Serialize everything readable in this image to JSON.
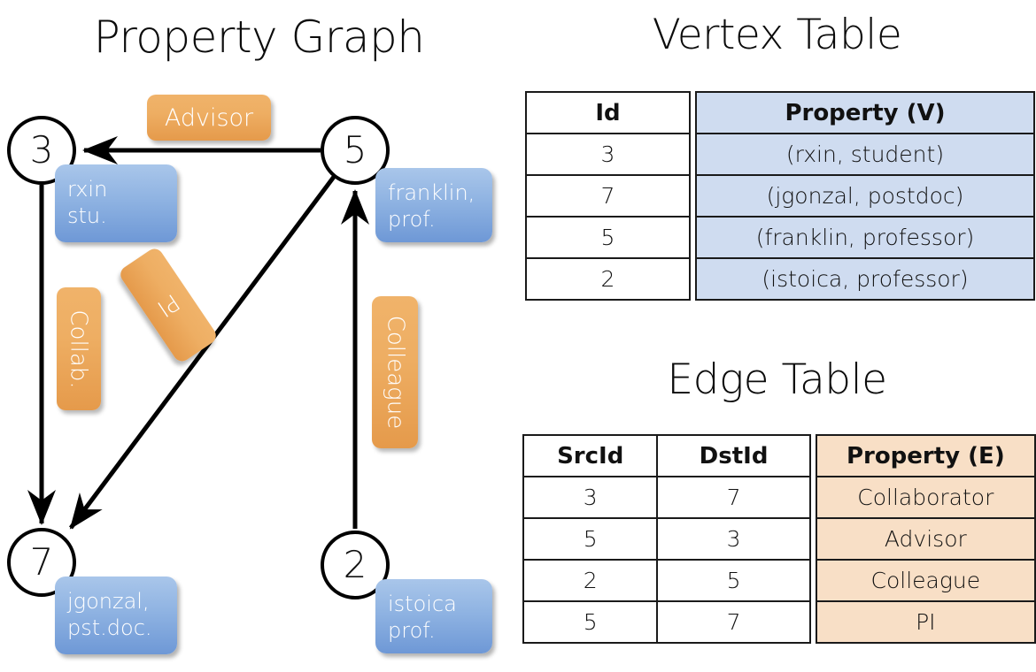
{
  "titles": {
    "property_graph": "Property Graph",
    "vertex_table": "Vertex Table",
    "edge_table": "Edge Table"
  },
  "colors": {
    "vertex_property_fill": "#cfdcf0",
    "edge_property_fill": "#f8dfc6",
    "callout_blue": "#8fb3e2",
    "edge_label_orange": "#eeae63",
    "stroke": "#000000"
  },
  "graph": {
    "nodes": [
      {
        "id": "3",
        "property_lines": "rxin\nstu."
      },
      {
        "id": "5",
        "property_lines": "franklin,\nprof."
      },
      {
        "id": "7",
        "property_lines": "jgonzal,\npst.doc."
      },
      {
        "id": "2",
        "property_lines": "istoica\nprof."
      }
    ],
    "edge_labels": [
      {
        "name": "advisor",
        "text": "Advisor"
      },
      {
        "name": "collab",
        "text": "Collab."
      },
      {
        "name": "pi",
        "text": "PI"
      },
      {
        "name": "colleague",
        "text": "Colleague"
      }
    ],
    "edges": [
      {
        "src": "5",
        "dst": "3",
        "label": "Advisor"
      },
      {
        "src": "3",
        "dst": "7",
        "label": "Collab."
      },
      {
        "src": "5",
        "dst": "7",
        "label": "PI"
      },
      {
        "src": "2",
        "dst": "5",
        "label": "Colleague"
      }
    ]
  },
  "vertex_table": {
    "headers": [
      "Id",
      "Property (V)"
    ],
    "rows": [
      {
        "id": "3",
        "property": "(rxin, student)"
      },
      {
        "id": "7",
        "property": "(jgonzal, postdoc)"
      },
      {
        "id": "5",
        "property": "(franklin, professor)"
      },
      {
        "id": "2",
        "property": "(istoica, professor)"
      }
    ]
  },
  "edge_table": {
    "headers": [
      "SrcId",
      "DstId",
      "Property (E)"
    ],
    "rows": [
      {
        "src": "3",
        "dst": "7",
        "property": "Collaborator"
      },
      {
        "src": "5",
        "dst": "3",
        "property": "Advisor"
      },
      {
        "src": "2",
        "dst": "5",
        "property": "Colleague"
      },
      {
        "src": "5",
        "dst": "7",
        "property": "PI"
      }
    ]
  }
}
